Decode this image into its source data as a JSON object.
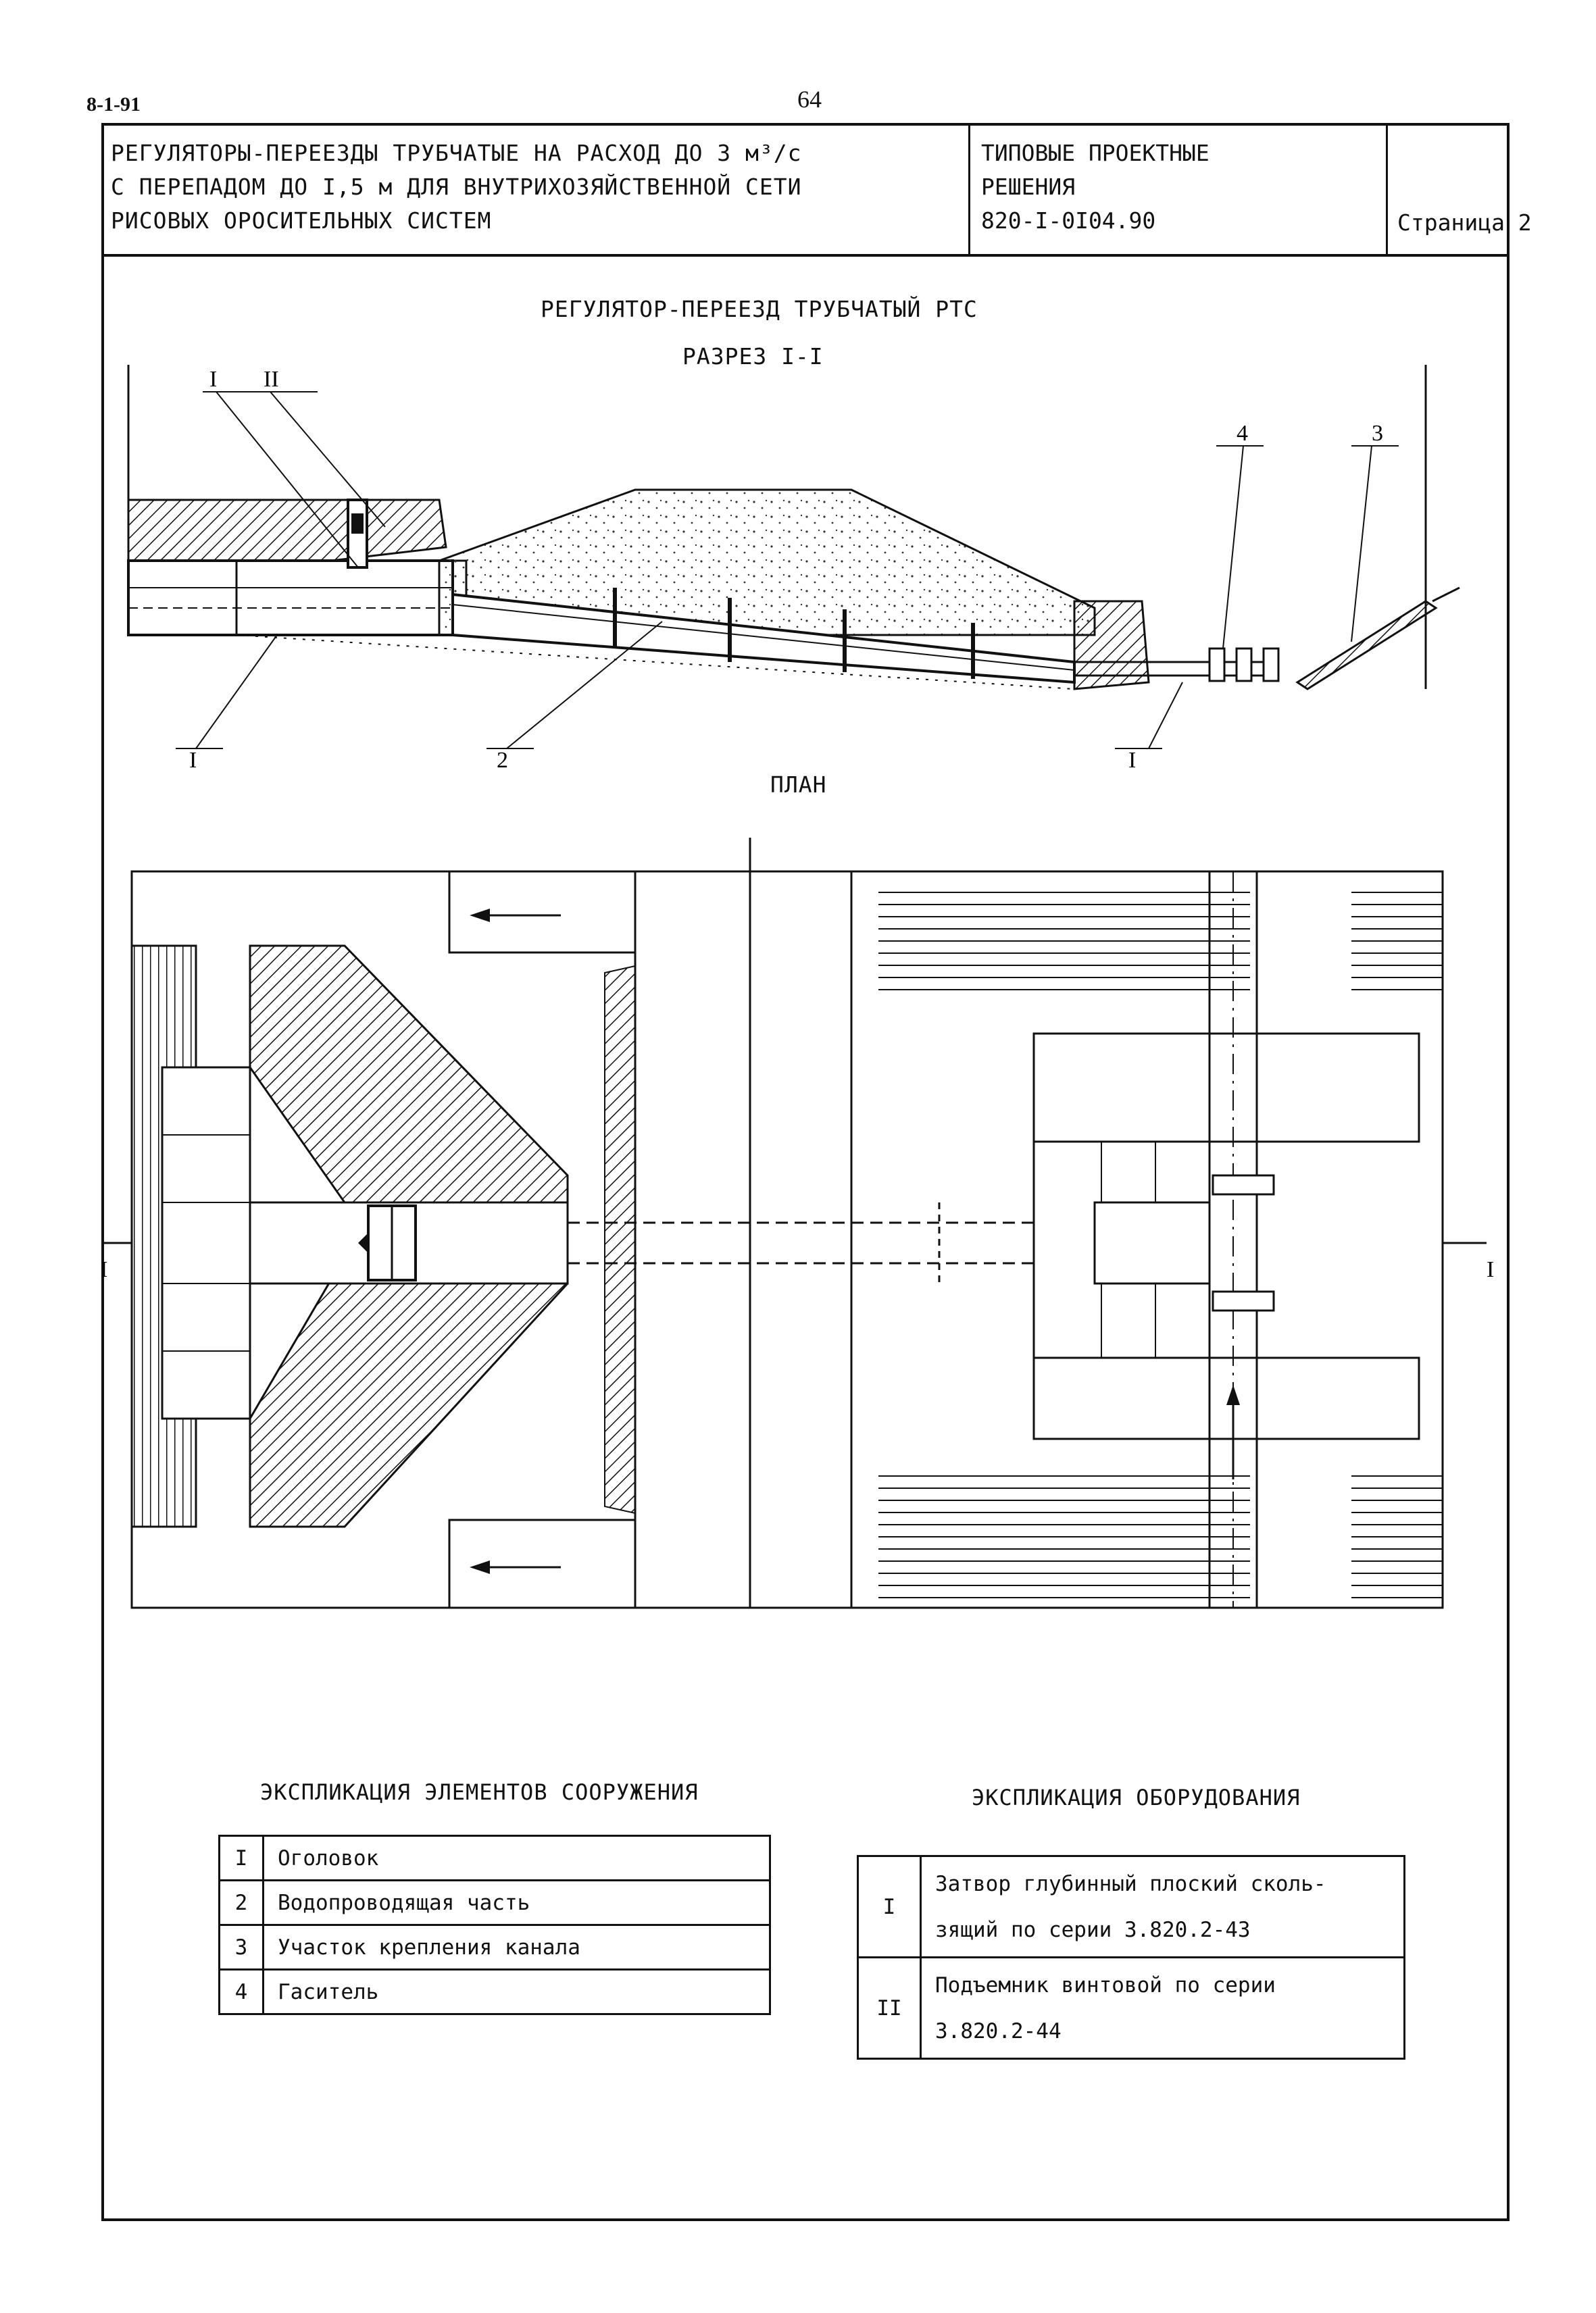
{
  "header": {
    "doc_code": "8-1-91",
    "page_number": "64"
  },
  "title_block": {
    "title_lines": [
      "РЕГУЛЯТОРЫ-ПЕРЕЕЗДЫ ТРУБЧАТЫЕ НА РАСХОД ДО 3 м³/с",
      "С ПЕРЕПАДОМ ДО I,5 м ДЛЯ ВНУТРИХОЗЯЙСТВЕННОЙ СЕТИ",
      "РИСОВЫХ ОРОСИТЕЛЬНЫХ СИСТЕМ"
    ],
    "series_lines": [
      "ТИПОВЫЕ ПРОЕКТНЫЕ",
      "РЕШЕНИЯ",
      "820-I-0I04.90"
    ],
    "sheet_label": "Страница 2"
  },
  "drawing": {
    "title": "РЕГУЛЯТОР-ПЕРЕЕЗД ТРУБЧАТЫЙ РТС",
    "section_title": "РАЗРЕЗ I-I",
    "plan_title": "ПЛАН",
    "callouts": {
      "I": "I",
      "II": "II",
      "n1": "I",
      "n2": "2",
      "n3": "3",
      "n4": "4"
    },
    "section_mark": "I"
  },
  "structure_explication": {
    "title": "ЭКСПЛИКАЦИЯ ЭЛЕМЕНТОВ СООРУЖЕНИЯ",
    "rows": [
      {
        "num": "I",
        "name": "Оголовок"
      },
      {
        "num": "2",
        "name": "Водопроводящая часть"
      },
      {
        "num": "3",
        "name": "Участок крепления канала"
      },
      {
        "num": "4",
        "name": "Гаситель"
      }
    ]
  },
  "equipment_explication": {
    "title": "ЭКСПЛИКАЦИЯ ОБОРУДОВАНИЯ",
    "rows": [
      {
        "num": "I",
        "line1": "Затвор глубинный плоский сколь-",
        "line2": "зящий по серии 3.820.2-43"
      },
      {
        "num": "II",
        "line1": "Подъемник винтовой по серии",
        "line2": "3.820.2-44"
      }
    ]
  }
}
